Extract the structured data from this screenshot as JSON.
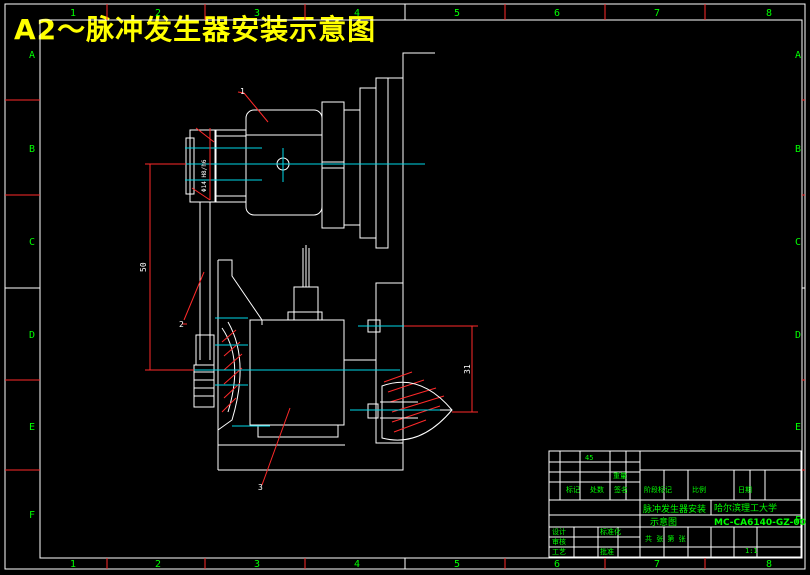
{
  "title": "A2～脉冲发生器安装示意图",
  "zones": {
    "columns": [
      "1",
      "2",
      "3",
      "4",
      "5",
      "6",
      "7",
      "8"
    ],
    "rows": [
      "A",
      "B",
      "C",
      "D",
      "E",
      "F"
    ]
  },
  "callouts": [
    "1",
    "2",
    "3"
  ],
  "dimensions": {
    "height_main": "50",
    "height_right": "31",
    "fit": "Φ14 H8/h6"
  },
  "title_block": {
    "drawing_name_line1": "脉冲发生器安装",
    "drawing_name_line2": "示意图",
    "school": "哈尔滨理工大学",
    "drawing_number": "MC-CA6140-GZ-00",
    "scale": "1:1",
    "mark_label": "标记",
    "count_label": "处数",
    "design_label": "设计",
    "check_label": "审核",
    "process_label": "工艺",
    "std_label": "标准化",
    "approve_label": "批准",
    "stage_label": "阶段标记",
    "weight_label": "重量",
    "ratio_label": "比例",
    "sheet_label": "共 张 第 张",
    "sig_label": "签名",
    "date_label": "日期",
    "mat_label": "45"
  }
}
